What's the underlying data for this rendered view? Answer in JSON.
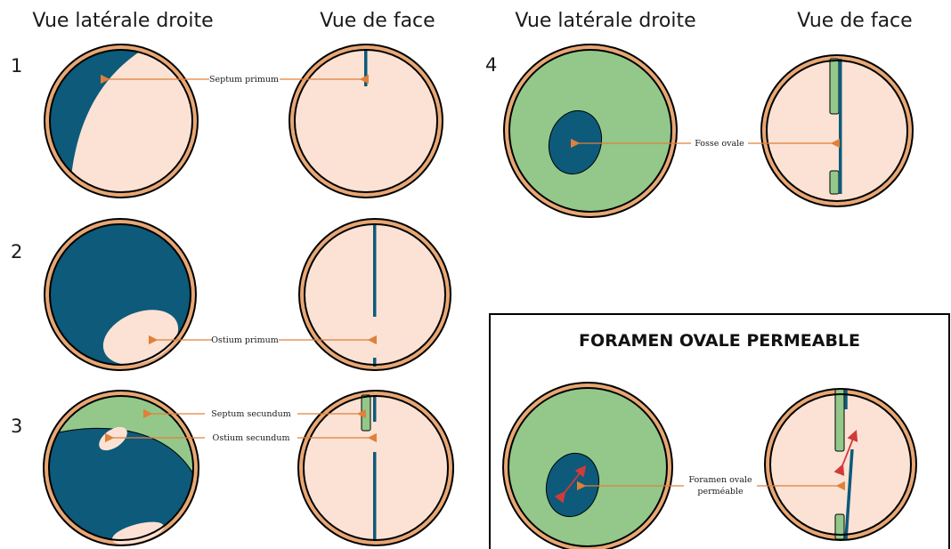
{
  "headers": {
    "left_lateral": "Vue latérale droite",
    "left_face": "Vue de face",
    "right_lateral": "Vue latérale droite",
    "right_face": "Vue de face"
  },
  "steps": [
    "1",
    "2",
    "3",
    "4"
  ],
  "labels": {
    "septum_primum": "Septum primum",
    "ostium_primum": "Ostium primum",
    "septum_secundum": "Septum secundum",
    "ostium_secundum": "Ostium secundum",
    "fosse_ovale": "Fosse ovale",
    "foramen_line1": "Foramen ovale",
    "foramen_line2": "perméable"
  },
  "inset_title": "FORAMEN OVALE PERMEABLE",
  "colors": {
    "rim": "#e8a774",
    "interior": "#fbe2d4",
    "septum_primum": "#0d5a7a",
    "septum_secundum": "#93c88a",
    "arrow": "#e0803a",
    "flow_arrow": "#d23a3a"
  }
}
